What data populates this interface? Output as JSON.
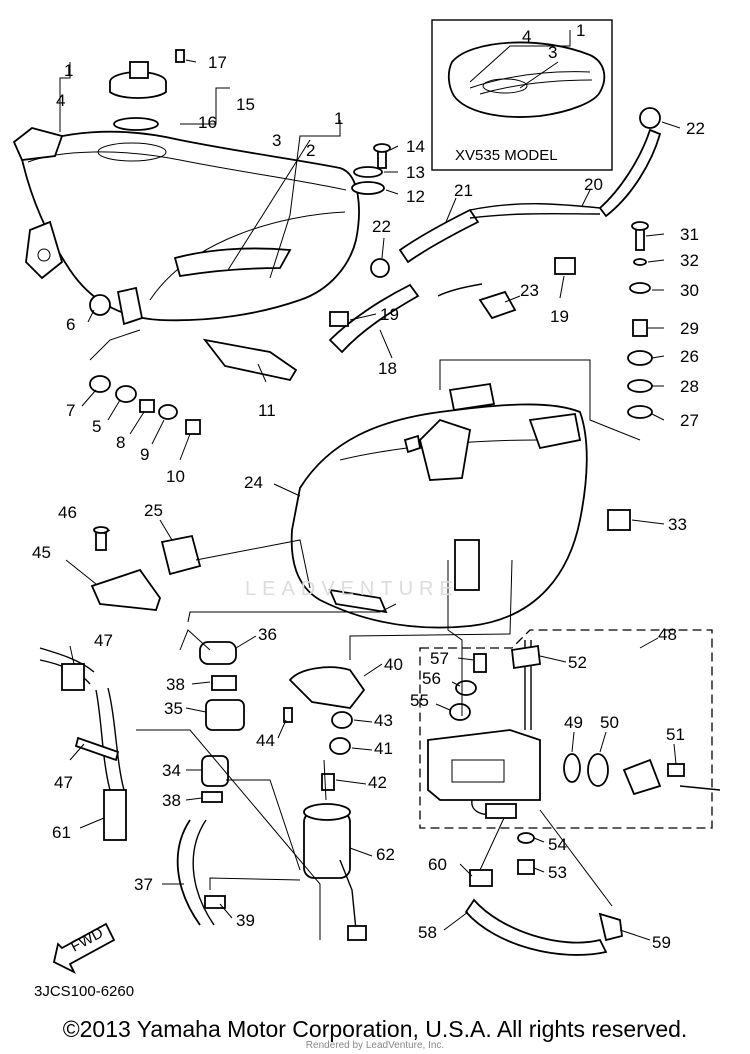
{
  "diagram": {
    "inset_label": "XV535 MODEL",
    "catalog_code": "3JCS100-6260",
    "fwd_label": "FWD",
    "watermark": "LEADVENTURE"
  },
  "callouts": [
    {
      "id": "c1a",
      "text": "1"
    },
    {
      "id": "c4a",
      "text": "4"
    },
    {
      "id": "c15",
      "text": "15"
    },
    {
      "id": "c16",
      "text": "16"
    },
    {
      "id": "c17",
      "text": "17"
    },
    {
      "id": "c1b",
      "text": "1"
    },
    {
      "id": "c2",
      "text": "2"
    },
    {
      "id": "c3a",
      "text": "3"
    },
    {
      "id": "c14",
      "text": "14"
    },
    {
      "id": "c13",
      "text": "13"
    },
    {
      "id": "c12",
      "text": "12"
    },
    {
      "id": "c21",
      "text": "21"
    },
    {
      "id": "c20",
      "text": "20"
    },
    {
      "id": "c22a",
      "text": "22"
    },
    {
      "id": "c22b",
      "text": "22"
    },
    {
      "id": "c4b",
      "text": "4"
    },
    {
      "id": "c3b",
      "text": "3"
    },
    {
      "id": "c1c",
      "text": "1"
    },
    {
      "id": "c31",
      "text": "31"
    },
    {
      "id": "c32",
      "text": "32"
    },
    {
      "id": "c30",
      "text": "30"
    },
    {
      "id": "c29",
      "text": "29"
    },
    {
      "id": "c26",
      "text": "26"
    },
    {
      "id": "c28",
      "text": "28"
    },
    {
      "id": "c27",
      "text": "27"
    },
    {
      "id": "c23",
      "text": "23"
    },
    {
      "id": "c19a",
      "text": "19"
    },
    {
      "id": "c19b",
      "text": "19"
    },
    {
      "id": "c18",
      "text": "18"
    },
    {
      "id": "c11",
      "text": "11"
    },
    {
      "id": "c6",
      "text": "6"
    },
    {
      "id": "c7",
      "text": "7"
    },
    {
      "id": "c5",
      "text": "5"
    },
    {
      "id": "c8",
      "text": "8"
    },
    {
      "id": "c9",
      "text": "9"
    },
    {
      "id": "c10",
      "text": "10"
    },
    {
      "id": "c24",
      "text": "24"
    },
    {
      "id": "c33",
      "text": "33"
    },
    {
      "id": "c46",
      "text": "46"
    },
    {
      "id": "c25",
      "text": "25"
    },
    {
      "id": "c45",
      "text": "45"
    },
    {
      "id": "c47a",
      "text": "47"
    },
    {
      "id": "c36",
      "text": "36"
    },
    {
      "id": "c38a",
      "text": "38"
    },
    {
      "id": "c35",
      "text": "35"
    },
    {
      "id": "c40",
      "text": "40"
    },
    {
      "id": "c57",
      "text": "57"
    },
    {
      "id": "c52",
      "text": "52"
    },
    {
      "id": "c48",
      "text": "48"
    },
    {
      "id": "c56",
      "text": "56"
    },
    {
      "id": "c55",
      "text": "55"
    },
    {
      "id": "c43",
      "text": "43"
    },
    {
      "id": "c44",
      "text": "44"
    },
    {
      "id": "c41",
      "text": "41"
    },
    {
      "id": "c42",
      "text": "42"
    },
    {
      "id": "c49",
      "text": "49"
    },
    {
      "id": "c50",
      "text": "50"
    },
    {
      "id": "c51",
      "text": "51"
    },
    {
      "id": "c47b",
      "text": "47"
    },
    {
      "id": "c34",
      "text": "34"
    },
    {
      "id": "c38b",
      "text": "38"
    },
    {
      "id": "c61",
      "text": "61"
    },
    {
      "id": "c54",
      "text": "54"
    },
    {
      "id": "c62",
      "text": "62"
    },
    {
      "id": "c53",
      "text": "53"
    },
    {
      "id": "c60",
      "text": "60"
    },
    {
      "id": "c37",
      "text": "37"
    },
    {
      "id": "c39",
      "text": "39"
    },
    {
      "id": "c58",
      "text": "58"
    },
    {
      "id": "c59",
      "text": "59"
    }
  ],
  "footer": {
    "copyright": "©2013 Yamaha Motor Corporation, U.S.A. All rights reserved.",
    "rendered_by": "Rendered by LeadVenture, Inc."
  }
}
